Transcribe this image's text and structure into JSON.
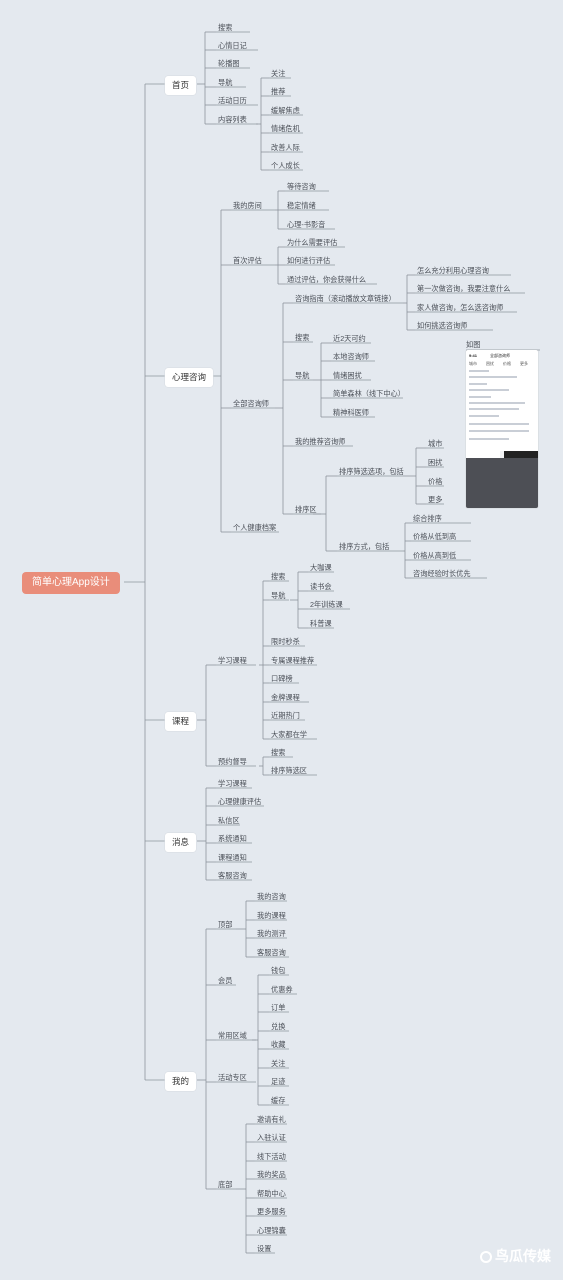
{
  "diagram": {
    "root": "简单心理App设计",
    "sections": {
      "home": "首页",
      "consult": "心理咨询",
      "course": "课程",
      "message": "消息",
      "mine": "我的"
    },
    "home": {
      "items": [
        "搜索",
        "心情日记",
        "轮播图",
        "导航",
        "活动日历",
        "内容列表"
      ],
      "content_list": [
        "关注",
        "推荐",
        "缓解焦虑",
        "情绪危机",
        "改善人际",
        "个人成长"
      ]
    },
    "consult": {
      "my_consult": "我的房间",
      "my_consult_items": [
        "等待咨询",
        "稳定情绪",
        "心理-书影音"
      ],
      "first_eval": "首次评估",
      "first_eval_items": [
        "为什么需要评估",
        "如何进行评估",
        "通过评估，你会获得什么"
      ],
      "all": "全部咨询师",
      "guide": "咨询指南（滚动播放文章链接）",
      "guide_items": [
        "怎么充分利用心理咨询",
        "第一次做咨询，我要注意什么",
        "家人做咨询，怎么选咨询师",
        "如何挑选咨询师"
      ],
      "search": "搜索",
      "nav": "导航",
      "nav_items": [
        "近2天可约",
        "本地咨询师",
        "情绪困扰",
        "简单森林（线下中心）",
        "精神科医师"
      ],
      "recommend": "我的推荐咨询师",
      "sort_area": "排序区",
      "filter": "排序筛选选项，包括",
      "filter_items": [
        "城市",
        "困扰",
        "价格",
        "更多"
      ],
      "sort_method": "排序方式，包括",
      "sort_items": [
        "综合排序",
        "价格从低到高",
        "价格从高到低",
        "咨询经验时长优先"
      ],
      "health_file": "个人健康档案",
      "image_label": "如图"
    },
    "course": {
      "study": "学习课程",
      "study_items": [
        "搜索",
        "导航",
        "限时秒杀",
        "专属课程推荐",
        "口碑榜",
        "金牌课程",
        "近期热门",
        "大家都在学"
      ],
      "nav_items": [
        "大咖课",
        "读书会",
        "2年训练课",
        "科普课"
      ],
      "booking": "预约督导",
      "booking_items": [
        "搜索",
        "排序筛选区"
      ]
    },
    "message": {
      "items": [
        "学习课程",
        "心理健康评估",
        "私信区",
        "系统通知",
        "课程通知",
        "客服咨询"
      ]
    },
    "mine": {
      "top": "顶部",
      "top_items": [
        "我的咨询",
        "我的课程",
        "我的测评",
        "客服咨询"
      ],
      "member": "会员",
      "common": "常用区域",
      "common_items": [
        "钱包",
        "优惠券",
        "订单",
        "兑换",
        "收藏",
        "关注",
        "足迹",
        "缓存"
      ],
      "activity": "活动专区",
      "bottom": "底部",
      "bottom_items": [
        "邀请有礼",
        "入驻认证",
        "线下活动",
        "我的奖品",
        "帮助中心",
        "更多服务",
        "心理锦囊",
        "设置"
      ]
    },
    "phone": {
      "time": "9:41",
      "title": "全部咨询师",
      "filters": [
        "城市",
        "困扰",
        "价格",
        "更多"
      ]
    },
    "watermark": "鸟瓜传媒",
    "colors": {
      "root": "#e98d7a",
      "line": "#8d949c",
      "bg": "#e4e9ef"
    }
  }
}
